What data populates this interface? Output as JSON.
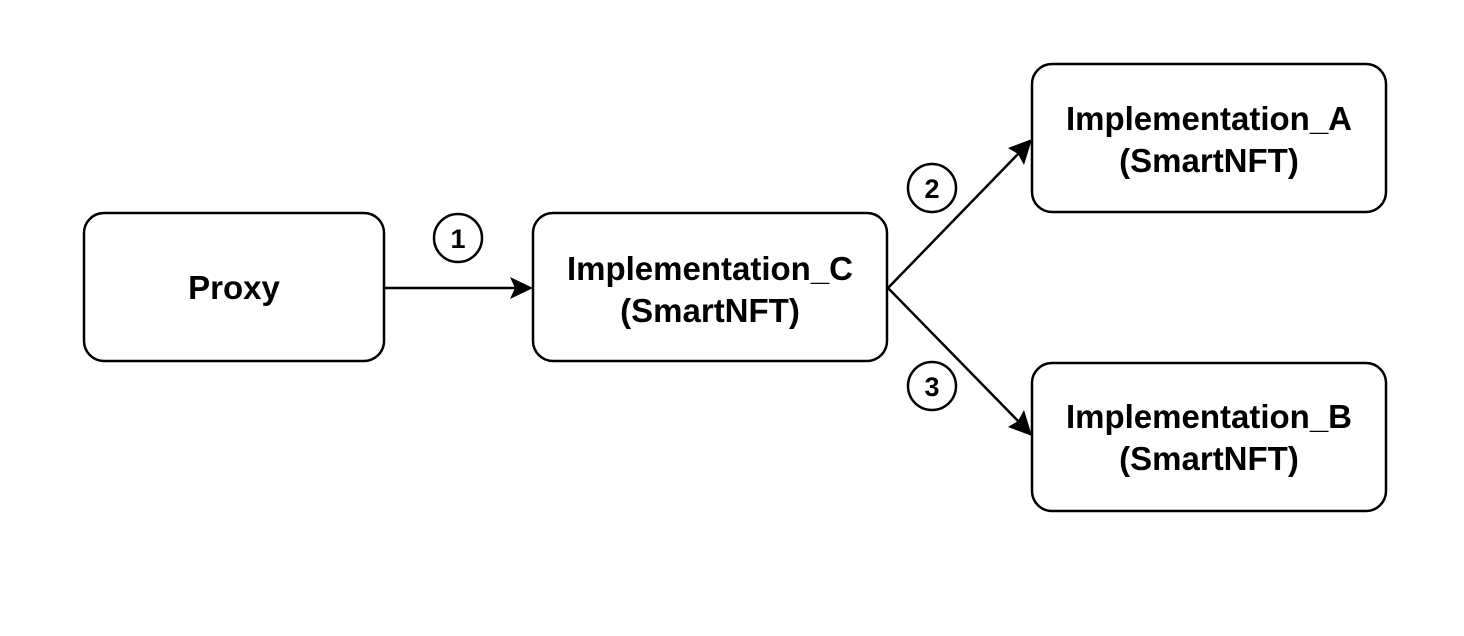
{
  "nodes": {
    "proxy": {
      "line1": "Proxy"
    },
    "implementation_c": {
      "line1": "Implementation_C",
      "line2": "(SmartNFT)"
    },
    "implementation_a": {
      "line1": "Implementation_A",
      "line2": "(SmartNFT)"
    },
    "implementation_b": {
      "line1": "Implementation_B",
      "line2": "(SmartNFT)"
    }
  },
  "edges": {
    "proxy_to_c": {
      "step": "1"
    },
    "c_to_a": {
      "step": "2"
    },
    "c_to_b": {
      "step": "3"
    }
  }
}
